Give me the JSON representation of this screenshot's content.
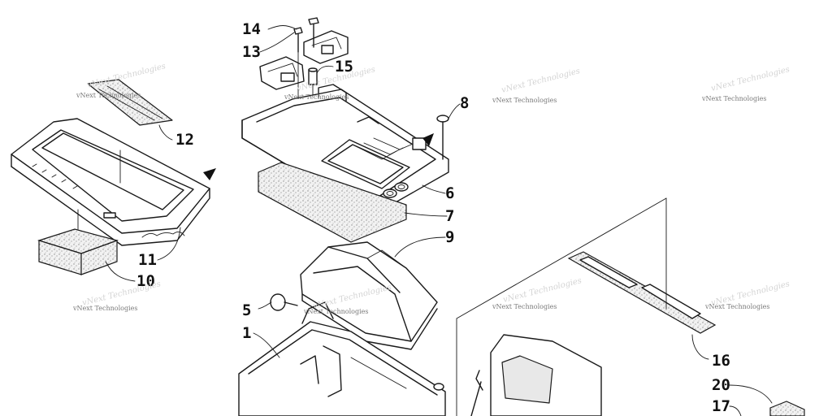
{
  "diagram": {
    "callouts": {
      "c1": "1",
      "c5": "5",
      "c6": "6",
      "c7": "7",
      "c8": "8",
      "c9": "9",
      "c10": "10",
      "c11": "11",
      "c12": "12",
      "c13": "13",
      "c14": "14",
      "c15": "15",
      "c16": "16",
      "c17": "17",
      "c20": "20"
    },
    "watermark": "vNext Technologies",
    "colors": {
      "line": "#1a1a1a",
      "foam": "#bdbdbd",
      "watermark": "#7a7a7a"
    }
  }
}
